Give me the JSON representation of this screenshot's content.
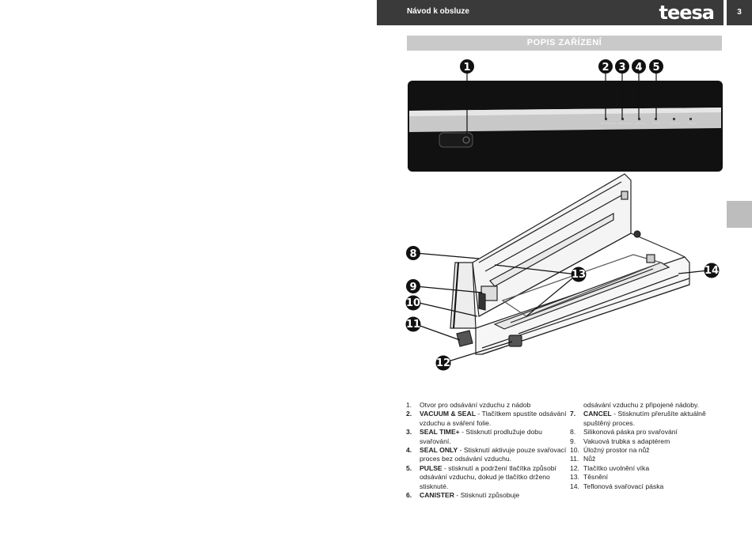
{
  "header": {
    "title": "Návod k obsluze",
    "logo": "teesa",
    "page_number": "3"
  },
  "section": {
    "title": "POPIS ZAŘÍZENÍ"
  },
  "callouts": [
    "1",
    "2",
    "3",
    "4",
    "5",
    "8",
    "9",
    "10",
    "11",
    "12",
    "13",
    "14"
  ],
  "device_panel": {
    "buttons": [
      "Vacuum Seal",
      "Seal Time+",
      "Seal only",
      "Pulse",
      "Canister",
      "Cancel"
    ]
  },
  "legend": {
    "col1": [
      {
        "num": "1.",
        "name": "",
        "text": "Otvor pro odsávání vzduchu z nádob"
      },
      {
        "num": "2.",
        "name": "VACUUM & SEAL",
        "text": " - Tlačítkem spustíte odsávání vzduchu a sváření folie."
      },
      {
        "num": "3.",
        "name": "SEAL TIME+",
        "text": " - Stisknutí prodlužuje dobu svařování."
      },
      {
        "num": "4.",
        "name": "SEAL ONLY",
        "text": " - Stisknutí aktivuje pouze svařovací proces bez odsávání vzduchu."
      },
      {
        "num": "5.",
        "name": "PULSE",
        "text": " - stisknutí a podržení tlačítka způsobí odsávání vzduchu, dokud je tlačítko drženo stisknuté."
      },
      {
        "num": "6.",
        "name": "CANISTER",
        "text": " - Stisknutí způsobuje"
      }
    ],
    "col2_cont": "odsávání vzduchu z připojené nádoby.",
    "col2": [
      {
        "num": "7.",
        "name": "CANCEL",
        "text": " - Stisknutím přerušíte aktuálně spuštěný proces."
      },
      {
        "num": "8.",
        "name": "",
        "text": "Silikonová páska pro svařování"
      },
      {
        "num": "9.",
        "name": "",
        "text": "Vakuová trubka s adaptérem"
      },
      {
        "num": "10.",
        "name": "",
        "text": "Úložný prostor na nůž"
      },
      {
        "num": "11.",
        "name": "",
        "text": "Nůž"
      },
      {
        "num": "12.",
        "name": "",
        "text": "Tlačítko uvolnění víka"
      },
      {
        "num": "13.",
        "name": "",
        "text": "Těsnění"
      },
      {
        "num": "14.",
        "name": "",
        "text": "Teflonová svařovací páska"
      }
    ]
  }
}
